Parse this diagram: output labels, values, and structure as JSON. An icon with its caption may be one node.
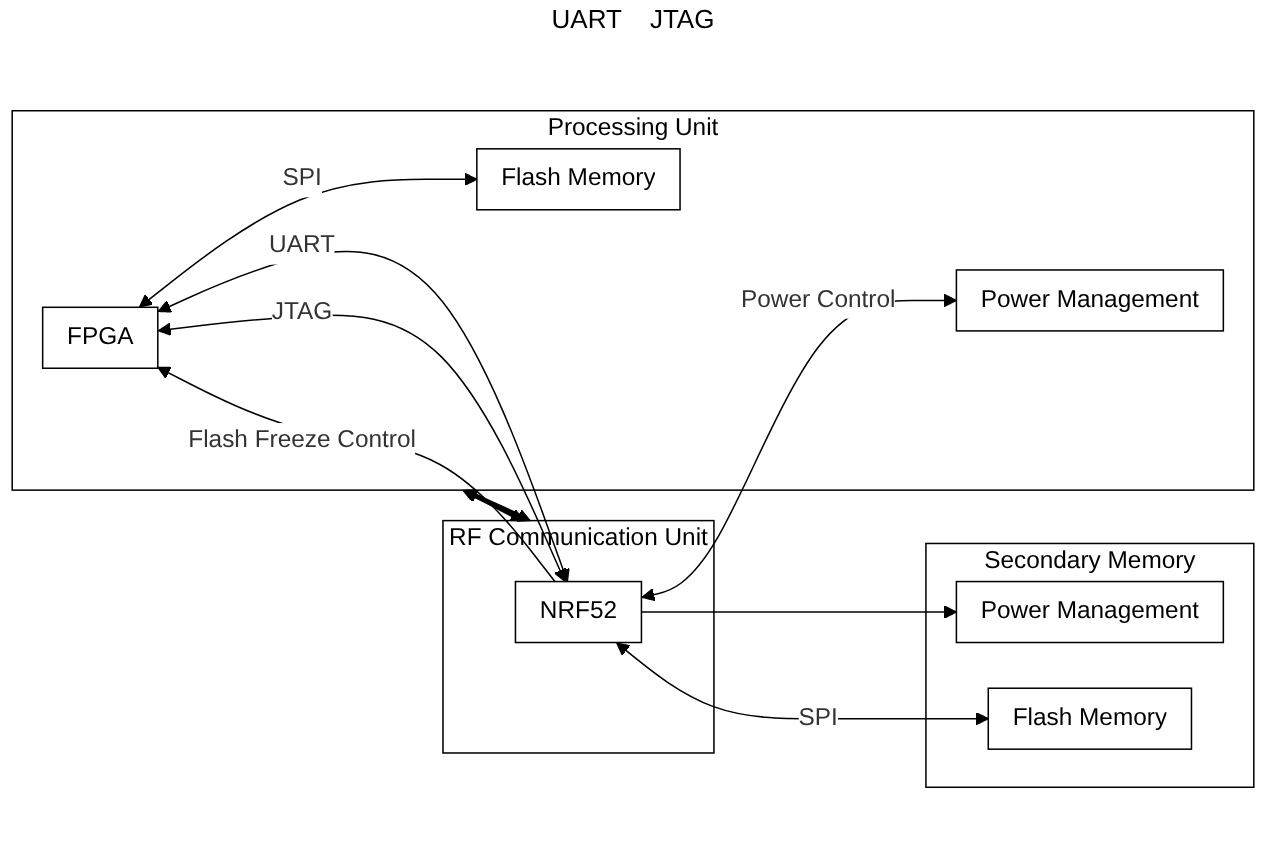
{
  "diagram": {
    "nodes": [
      {
        "text": [
          "Processing Unit"
        ]
      },
      {
        "text": [
          "FPGA"
        ],
        "in": 0
      },
      {
        "text": [
          "Flash Memory"
        ],
        "in": 0
      },
      {
        "text": [
          "Power Management"
        ],
        "in": 0
      },
      {
        "text": [
          "RF Communication Unit"
        ]
      },
      {
        "text": [
          "NRF52"
        ],
        "in": 4
      },
      {
        "text": [
          "Secondary Memory"
        ]
      },
      {
        "text": [
          "Power Management"
        ],
        "in": 6
      },
      {
        "text": [
          "Flash Memory"
        ],
        "in": 6
      }
    ],
    "edges": [
      {
        "from": 5,
        "to": 1,
        "arrow": "to",
        "label": "Flash Freeze Control"
      },
      {
        "from": 1,
        "to": 5,
        "arrow": "both",
        "label": "UART"
      },
      {
        "from": 1,
        "to": 5,
        "arrow": "both",
        "label": "JTAG"
      },
      {
        "from": 0,
        "to": 4,
        "arrow": "both",
        "style": "thick"
      },
      {
        "from": 0,
        "to": 4,
        "arrow": "both",
        "style": "thick"
      },
      {
        "from": 1,
        "to": 2,
        "arrow": "both",
        "label": "SPI"
      },
      {
        "from": 5,
        "to": 3,
        "arrow": "both",
        "label": "Power Control"
      },
      {
        "from": 5,
        "to": 7,
        "arrow": "to"
      },
      {
        "from": 5,
        "to": 8,
        "arrow": "both",
        "label": "SPI"
      }
    ],
    "labels": [
      "UART",
      "JTAG"
    ]
  }
}
